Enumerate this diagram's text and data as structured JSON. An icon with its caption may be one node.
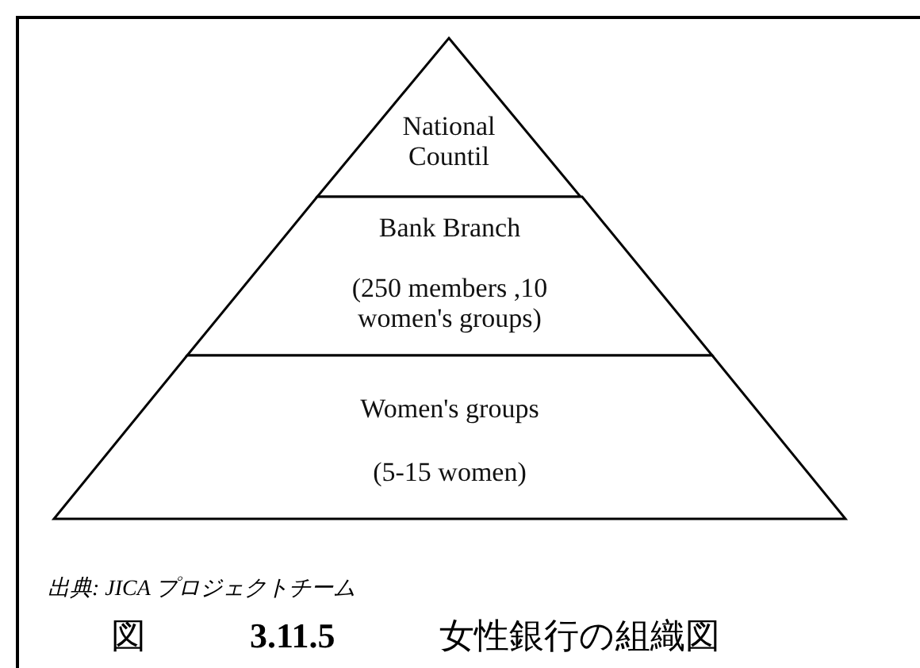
{
  "diagram": {
    "caption": "図 **3.11.5** 女性銀行の組織図",
    "nodes": [
      {
        "text": [
          "National Countil"
        ]
      },
      {
        "text": [
          "Bank Branch",
          "(250 members ,10 women's groups)"
        ]
      },
      {
        "text": [
          "Women's groups",
          "(5-15 women)"
        ]
      }
    ],
    "labels": [
      "出典: JICA プロジェクトチーム"
    ]
  }
}
